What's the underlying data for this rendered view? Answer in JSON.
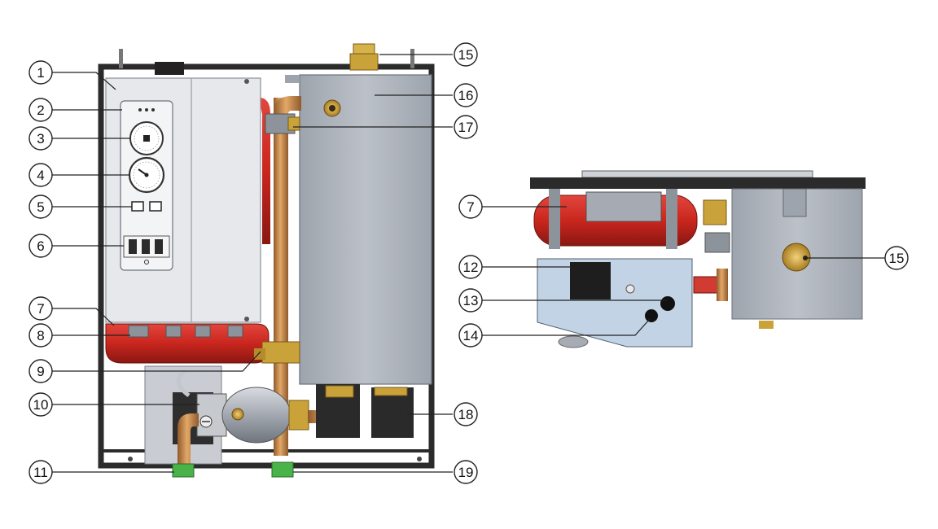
{
  "figure": {
    "callouts": {
      "c1": "1",
      "c2": "2",
      "c3": "3",
      "c4": "4",
      "c5": "5",
      "c6": "6",
      "c7": "7",
      "c8": "8",
      "c9": "9",
      "c10": "10",
      "c11": "11",
      "c15": "15",
      "c16": "16",
      "c17": "17",
      "c18": "18",
      "c19": "19",
      "r7": "7",
      "r12": "12",
      "r13": "13",
      "r14": "14",
      "r15": "15"
    },
    "colors": {
      "frame": "#2b2b2b",
      "panel": "#e4e6ea",
      "tank": "#b8bdc6",
      "vessel_red": "#c9261e",
      "copper": "#c98a4e",
      "brass": "#c9a23a",
      "fitting_green": "#49b34a",
      "pump": "#a7acb4",
      "dark_box": "#2a2a2a"
    }
  }
}
